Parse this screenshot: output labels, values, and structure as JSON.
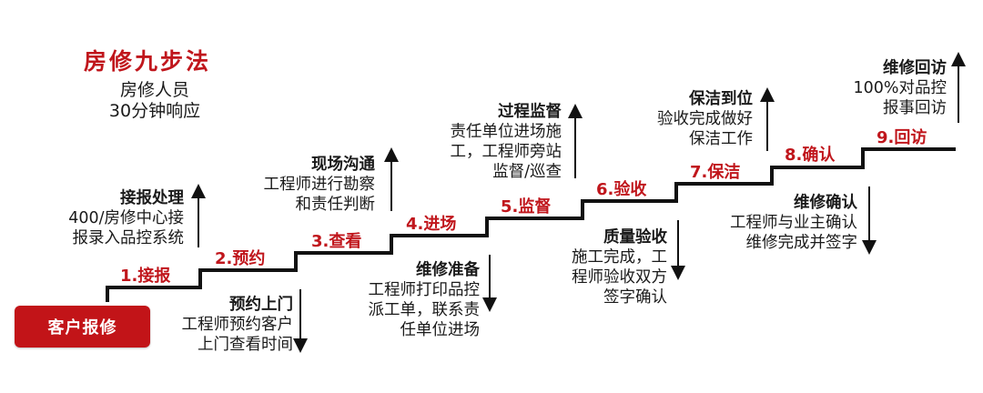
{
  "title": "房修九步法",
  "subtitle": [
    "房修人员",
    "30分钟响应"
  ],
  "start": "客户报修",
  "steps": [
    {
      "label": "1.接报"
    },
    {
      "label": "2.预约"
    },
    {
      "label": "3.查看"
    },
    {
      "label": "4.进场"
    },
    {
      "label": "5.监督"
    },
    {
      "label": "6.验收"
    },
    {
      "label": "7.保洁"
    },
    {
      "label": "8.确认"
    },
    {
      "label": "9.回访"
    }
  ],
  "notes": [
    {
      "head": "接报处理",
      "lines": [
        "400/房修中心接",
        "报录入品控系统"
      ]
    },
    {
      "head": "预约上门",
      "lines": [
        "工程师预约客户",
        "上门查看时间"
      ]
    },
    {
      "head": "现场沟通",
      "lines": [
        "工程师进行勘察",
        "和责任判断"
      ]
    },
    {
      "head": "维修准备",
      "lines": [
        "工程师打印品控",
        "派工单，联系责",
        "任单位进场"
      ]
    },
    {
      "head": "过程监督",
      "lines": [
        "责任单位进场施",
        "工，工程师旁站",
        "监督/巡查"
      ]
    },
    {
      "head": "质量验收",
      "lines": [
        "施工完成，工",
        "程师验收双方",
        "签字确认"
      ]
    },
    {
      "head": "保洁到位",
      "lines": [
        "验收完成做好",
        "保洁工作"
      ]
    },
    {
      "head": "维修确认",
      "lines": [
        "工程师与业主确认",
        "维修完成并签字"
      ]
    },
    {
      "head": "维修回访",
      "lines": [
        "100%对品控",
        "报事回访"
      ]
    }
  ],
  "colors": {
    "accent": "#c0161c",
    "line": "#111111"
  }
}
